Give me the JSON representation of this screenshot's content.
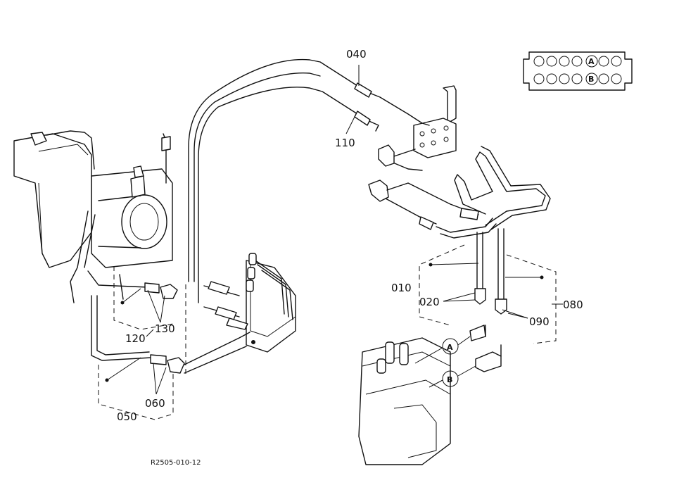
{
  "callouts": {
    "c040": "040",
    "c110": "110",
    "c010": "010",
    "c020": "020",
    "c080": "080",
    "c090": "090",
    "c130": "130",
    "c120": "120",
    "c060": "060",
    "c050": "050"
  },
  "markers": {
    "a": "A",
    "b": "B"
  },
  "drawing_code": "R2505-010-12"
}
